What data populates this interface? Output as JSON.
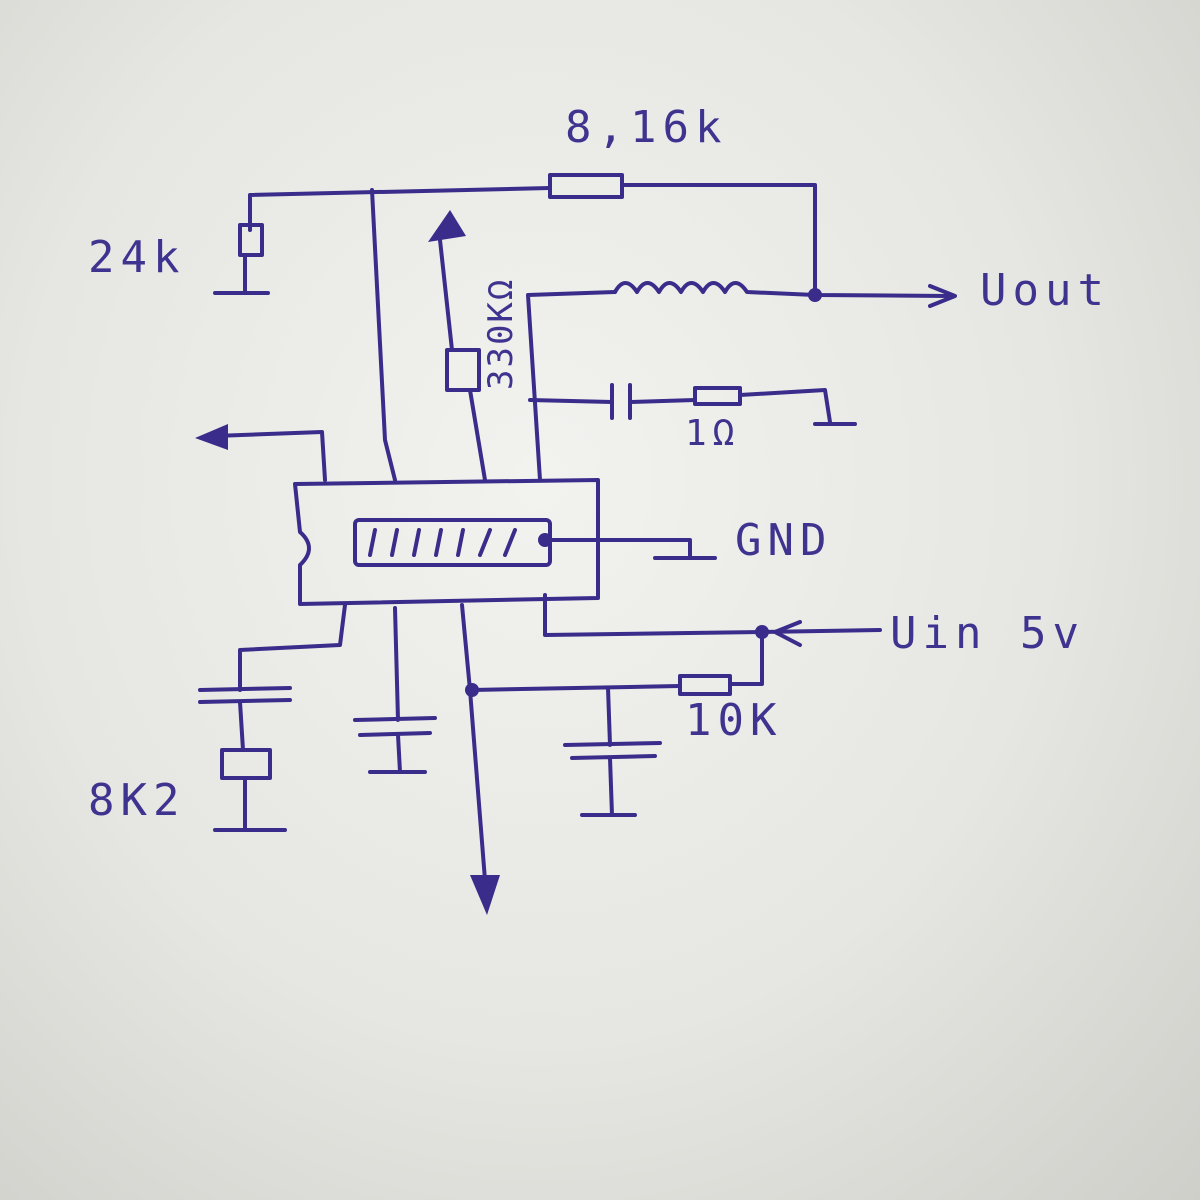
{
  "labels": {
    "feedback_resistor": "8,16k",
    "top_resistor": "24k",
    "pin_resistor": "330KΩ",
    "output": "Uout",
    "snubber_resistor": "1Ω",
    "ground": "GND",
    "input": "Uin 5v",
    "input_resistor": "10K",
    "timing_resistor": "8K2"
  },
  "colors": {
    "ink": "#3a2c8a",
    "paper": "#ececea"
  }
}
